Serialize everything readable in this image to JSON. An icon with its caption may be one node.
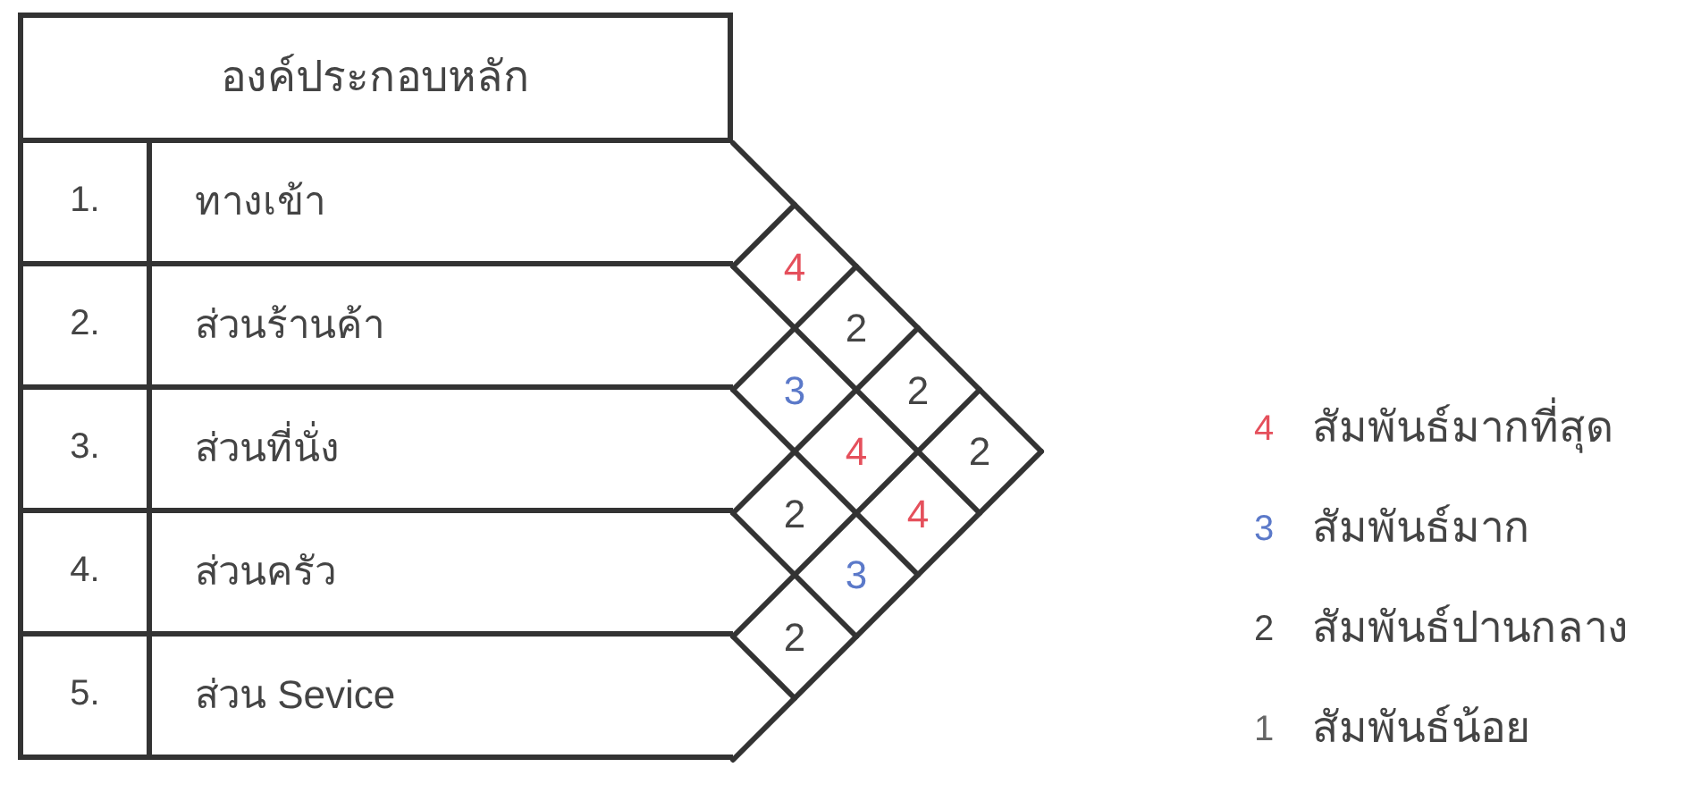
{
  "diagram": {
    "nodes": [
      {
        "text": [
          "องค์ประกอบหลัก"
        ]
      },
      {
        "text": [
          "1.",
          "ทางเข้า"
        ]
      },
      {
        "text": [
          "2.",
          "ส่วนร้านค้า"
        ]
      },
      {
        "text": [
          "3.",
          "ส่วนที่นั่ง"
        ]
      },
      {
        "text": [
          "4.",
          "ส่วนครัว"
        ]
      },
      {
        "text": [
          "5.",
          "ส่วน Sevice"
        ]
      },
      {
        "text": [
          "4"
        ]
      },
      {
        "text": [
          "2"
        ]
      },
      {
        "text": [
          "3"
        ]
      },
      {
        "text": [
          "2"
        ]
      },
      {
        "text": [
          "4"
        ]
      },
      {
        "text": [
          "2"
        ]
      },
      {
        "text": [
          "2"
        ]
      },
      {
        "text": [
          "4"
        ]
      },
      {
        "text": [
          "3"
        ]
      },
      {
        "text": [
          "2"
        ]
      }
    ],
    "labels": [
      "4",
      "3",
      "2",
      "1"
    ],
    "legend": [
      {
        "text": "สัมพันธ์มากที่สุด",
        "color": "#e5505c"
      },
      {
        "text": "สัมพันธ์มาก",
        "color": "#5b79c9"
      },
      {
        "text": "สัมพันธ์ปานกลาง",
        "color": "#444444"
      },
      {
        "text": "สัมพันธ์น้อย",
        "color": "#666666"
      }
    ]
  }
}
